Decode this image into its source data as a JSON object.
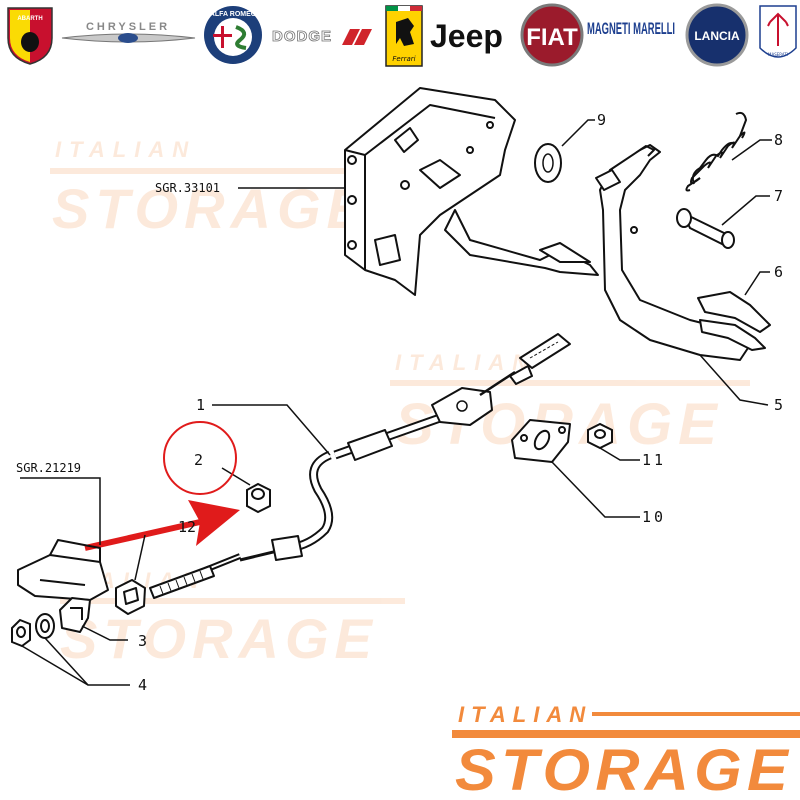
{
  "brand_logos": [
    {
      "name": "abarth-logo",
      "text": "ABARTH"
    },
    {
      "name": "chrysler-logo",
      "text": "CHRYSLER"
    },
    {
      "name": "alfa-romeo-logo",
      "text": "ALFA ROMEO"
    },
    {
      "name": "dodge-logo",
      "text": "DODGE"
    },
    {
      "name": "ferrari-logo",
      "text": "Ferrari"
    },
    {
      "name": "jeep-logo",
      "text": "Jeep"
    },
    {
      "name": "fiat-logo",
      "text": "FIAT"
    },
    {
      "name": "magneti-marelli-logo",
      "text": "MAGNETI MARELLI"
    },
    {
      "name": "lancia-logo",
      "text": "LANCIA"
    },
    {
      "name": "maserati-logo",
      "text": "MASERATI"
    }
  ],
  "references": {
    "pedal_box": "SGR.33101",
    "floor_bracket": "SGR.21219"
  },
  "callouts": {
    "c1": "1",
    "c2": "2",
    "c3": "3",
    "c4": "4",
    "c5": "5",
    "c6": "6",
    "c7": "7",
    "c8": "8",
    "c9": "9",
    "c10": "10",
    "c11": "11",
    "c12": "12"
  },
  "highlight": {
    "callout": "2",
    "color": "#e01b1b"
  },
  "watermark": {
    "line1": "ITALIAN",
    "line2": "STORAGE",
    "color": "#f28a3c"
  },
  "colors": {
    "accent_orange": "#f28a3c",
    "highlight_red": "#e01b1b"
  }
}
